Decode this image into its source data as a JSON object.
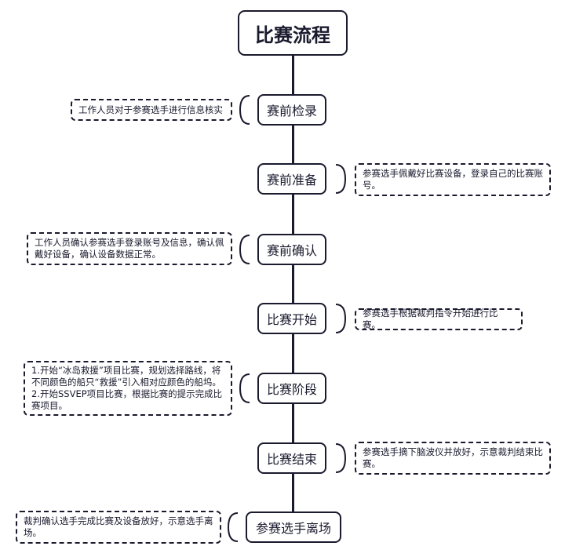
{
  "title": "比赛流程",
  "steps": [
    {
      "label": "赛前检录",
      "note": "工作人员对于参赛选手进行信息核实"
    },
    {
      "label": "赛前准备",
      "note": "参赛选手佩戴好比赛设备，登录自己的比赛账号。"
    },
    {
      "label": "赛前确认",
      "note": "工作人员确认参赛选手登录账号及信息，确认佩戴好设备，确认设备数据正常。"
    },
    {
      "label": "比赛开始",
      "note": "参赛选手根据裁判指令开始进行比赛。"
    },
    {
      "label": "比赛阶段",
      "note_lines": [
        "1.开始“冰岛救援”项目比赛，规划选择路线，将不同颜色的船只“救援”引入相对应颜色的船坞。",
        "2.开始SSVEP项目比赛，根据比赛的提示完成比赛项目。"
      ]
    },
    {
      "label": "比赛结束",
      "note": "参赛选手摘下脑波仪并放好，示意裁判结束比赛。"
    },
    {
      "label": "参赛选手离场",
      "note": "裁判确认选手完成比赛及设备放好，示意选手离场。"
    }
  ]
}
